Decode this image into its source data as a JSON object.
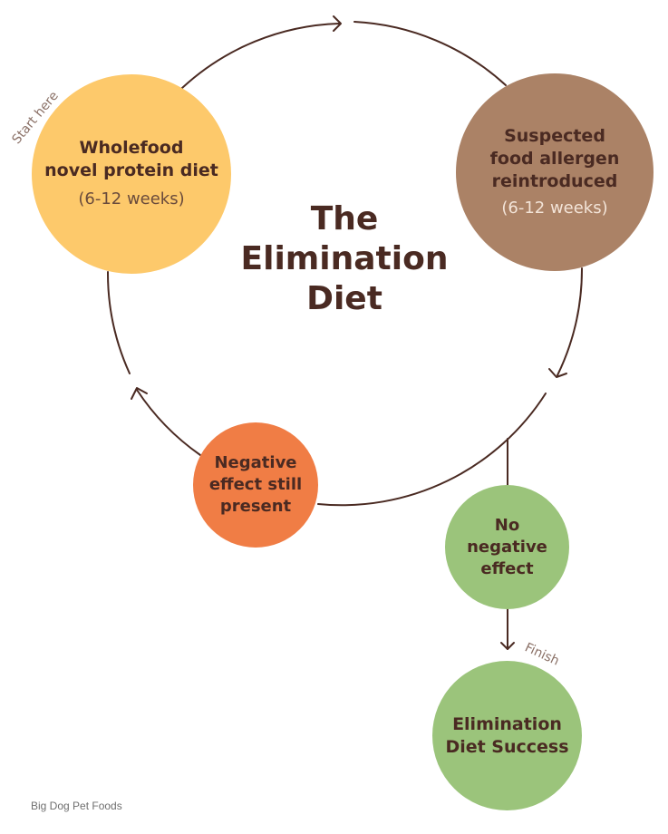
{
  "title": "The\nElimination\nDiet",
  "start_label": "Start here",
  "finish_label": "Finish",
  "colors": {
    "dark_brown": "#4a2a22",
    "yellow": "#fdc96b",
    "brown": "#ab8266",
    "orange": "#f07d45",
    "green": "#9bc47b"
  },
  "nodes": {
    "start": {
      "title": "Wholefood\nnovel protein diet",
      "duration": "(6-12 weeks)"
    },
    "reintroduce": {
      "title": "Suspected\nfood allergen\nreintroduced",
      "duration": "(6-12 weeks)"
    },
    "negative": {
      "title": "Negative\neffect still\npresent"
    },
    "no_effect": {
      "title": "No\nnegative\neffect"
    },
    "success": {
      "title": "Elimination\nDiet Success"
    }
  },
  "footer": "Big Dog Pet Foods"
}
